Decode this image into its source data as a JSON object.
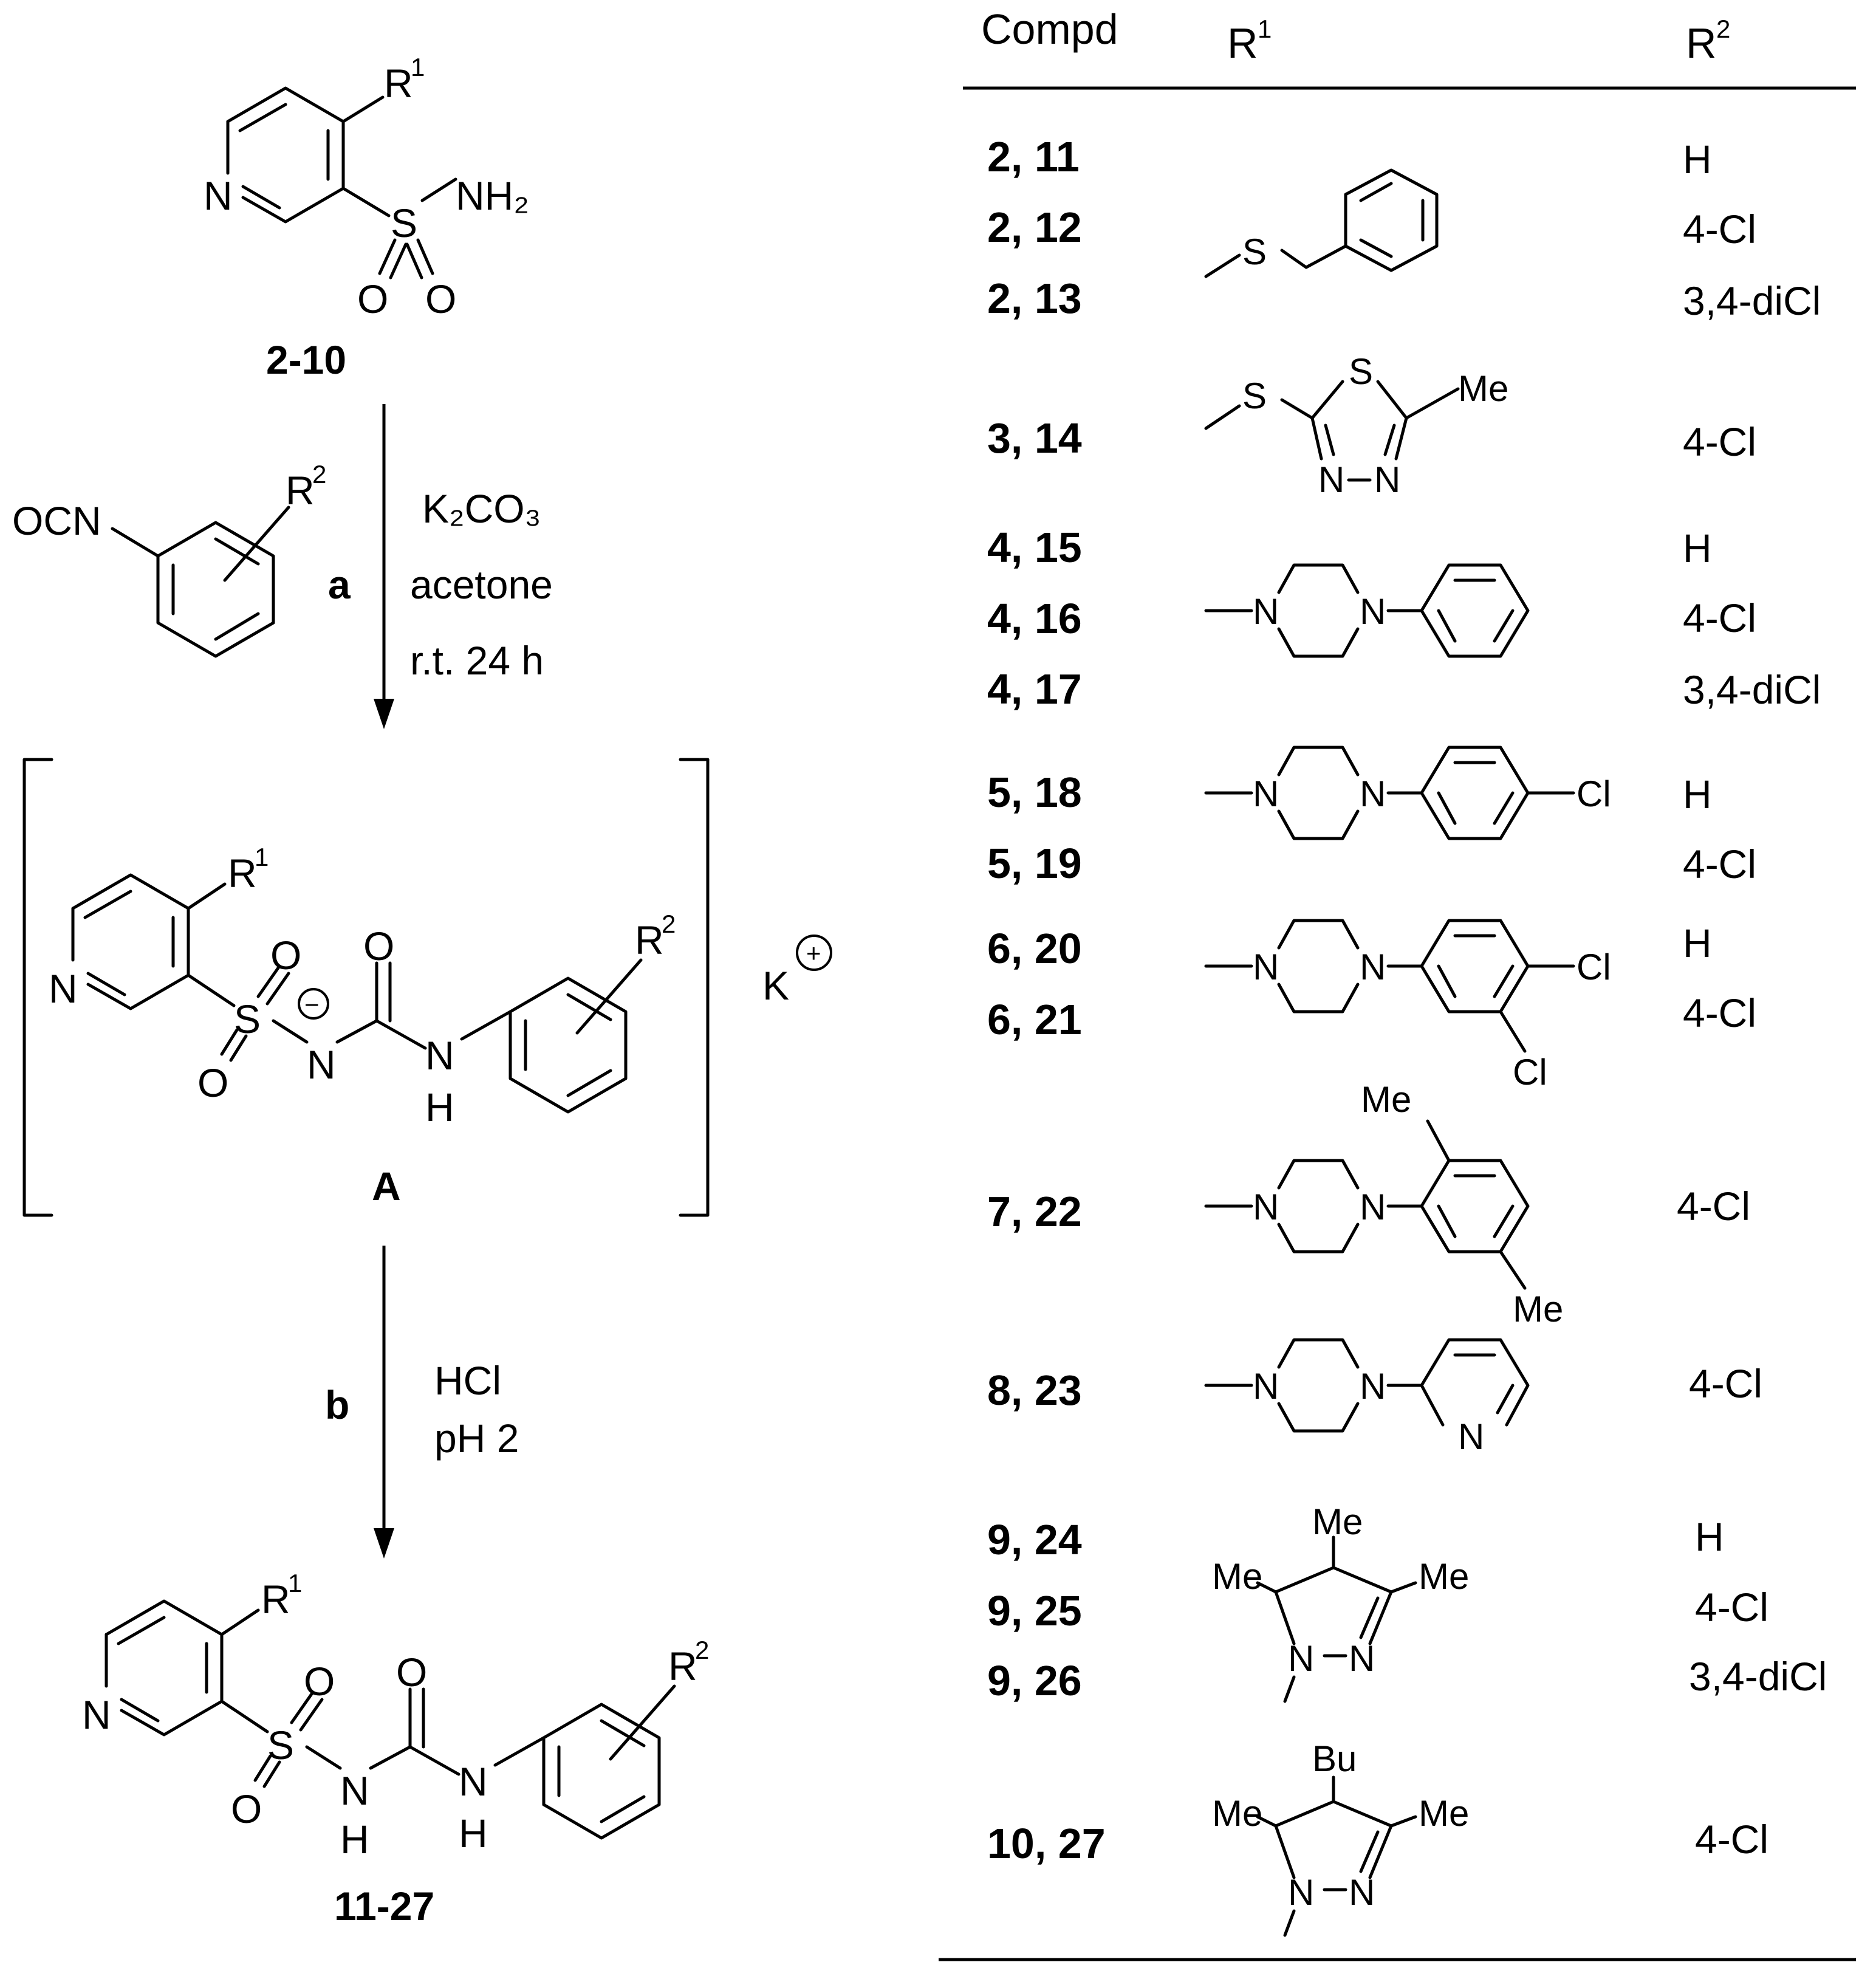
{
  "scheme": {
    "start_label": "2-10",
    "step_a": {
      "label": "a",
      "reagent": "K₂CO₃",
      "solvent": "acetone",
      "conditions": "r.t. 24 h"
    },
    "isocyanate_prefix": "OCN",
    "intermediate_label": "A",
    "counterion": "K",
    "step_b": {
      "label": "b",
      "reagent": "HCl",
      "conditions": "pH 2"
    },
    "product_label": "11-27"
  },
  "atoms": {
    "R": "R",
    "sup1": "1",
    "sup2": "2",
    "N": "N",
    "S": "S",
    "O": "O",
    "H": "H",
    "NH2": "NH₂",
    "Cl": "Cl",
    "Me": "Me",
    "Bu": "Bu",
    "minus": "−",
    "plus": "+"
  },
  "table": {
    "headers": {
      "compd": "Compd",
      "r1": "R",
      "r2": "R"
    },
    "rows": [
      {
        "compd": "2, 11",
        "r2": "H"
      },
      {
        "compd": "2, 12",
        "r2": "4-Cl"
      },
      {
        "compd": "2, 13",
        "r2": "3,4-diCl"
      },
      {
        "compd": "3, 14",
        "r2": "4-Cl"
      },
      {
        "compd": "4, 15",
        "r2": "H"
      },
      {
        "compd": "4, 16",
        "r2": "4-Cl"
      },
      {
        "compd": "4, 17",
        "r2": "3,4-diCl"
      },
      {
        "compd": "5, 18",
        "r2": "H"
      },
      {
        "compd": "5, 19",
        "r2": "4-Cl"
      },
      {
        "compd": "6, 20",
        "r2": "H"
      },
      {
        "compd": "6, 21",
        "r2": "4-Cl"
      },
      {
        "compd": "7, 22",
        "r2": "4-Cl"
      },
      {
        "compd": "8, 23",
        "r2": "4-Cl"
      },
      {
        "compd": "9, 24",
        "r2": "H"
      },
      {
        "compd": "9, 25",
        "r2": "4-Cl"
      },
      {
        "compd": "9, 26",
        "r2": "3,4-diCl"
      },
      {
        "compd": "10, 27",
        "r2": "4-Cl"
      }
    ]
  }
}
